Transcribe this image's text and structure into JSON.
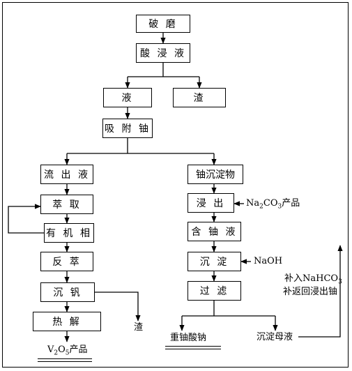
{
  "nodes": {
    "grind": "破 磨",
    "acid_leach": "酸 浸 液",
    "liquid": "液",
    "residue_1": "渣",
    "adsorb_u": "吸 附 铀",
    "eluate": "流 出 液",
    "u_precipitate": "铀沉淀物",
    "extract": "萃 取",
    "organic_phase": "有 机 相",
    "strip": "反 萃",
    "leach_out": "浸 出",
    "u_solution": "含 铀 液",
    "precip_v": "沉 钒",
    "precip": "沉 淀",
    "pyrolysis": "热 解",
    "filter": "过 滤"
  },
  "labels": {
    "residue_2": "渣",
    "v2o5_product": {
      "a": "V",
      "s1": "2",
      "b": "O",
      "s2": "5",
      "c": "产品"
    },
    "na2co3_product": {
      "a": "Na",
      "s1": "2",
      "b": "CO",
      "s2": "3",
      "c": "产品"
    },
    "naoh": "NaOH",
    "ammonium_diuranate": "重铀酸钠",
    "mother_liquor": "沉淀母液",
    "recycle_line1": {
      "a": "补入NaHCO",
      "s1": "3"
    },
    "recycle_line2": "补返回浸出铀"
  }
}
